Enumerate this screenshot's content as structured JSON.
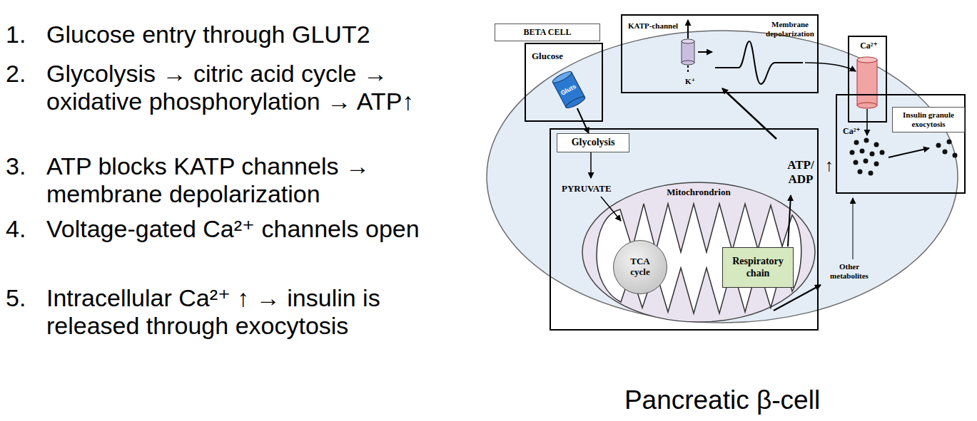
{
  "diagram": {
    "caption": "Pancreatic β-cell",
    "nodes": [
      {
        "text": [
          "BETA CELL"
        ]
      },
      {
        "text": [
          "Glucose"
        ]
      },
      {
        "text": [
          "Gluts"
        ],
        "in": 1
      },
      {
        "text": [
          "KATP-channel",
          "K⁺",
          "Membrane depolarization"
        ]
      },
      {
        "text": [
          "Ca²⁺"
        ]
      },
      {
        "text": [
          "Ca²⁺"
        ]
      },
      {
        "text": [
          "Insulin granule exocytosis"
        ],
        "in": 5
      },
      {
        "text": [
          "PYRUVATE",
          "ATP/ ADP"
        ]
      },
      {
        "text": [
          "Glycolysis"
        ],
        "in": 7
      },
      {
        "text": [
          "Mitochrondrion"
        ],
        "in": 7
      },
      {
        "text": [
          "TCA cycle"
        ],
        "in": 9
      },
      {
        "text": [
          "Respiratory chain"
        ],
        "in": 9
      }
    ],
    "edges": [
      {
        "from": 2,
        "to": 8,
        "arrow": "to"
      },
      {
        "from": 10,
        "to": 11,
        "arrow": "to"
      }
    ],
    "labels": [
      "1.",
      "Glucose entry through GLUT2",
      "2.",
      "Glycolysis → citric acid cycle → oxidative phosphorylation → ATP↑",
      "3.",
      "ATP blocks KATP channels → membrane depolarization",
      "4.",
      "Voltage-gated Ca²⁺ channels open",
      "5.",
      "Intracellular Ca²⁺ ↑ → insulin is released through exocytosis",
      "↑",
      "Other metabolites"
    ]
  }
}
